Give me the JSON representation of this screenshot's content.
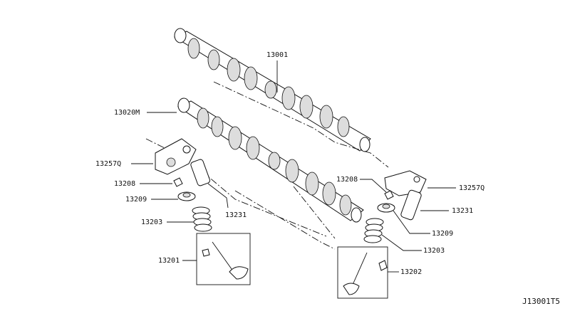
{
  "diagram": {
    "title": "Camshaft & Valve Mechanism",
    "reference_code": "J13001T5",
    "labels": {
      "camshaft_upper": "13001",
      "camshaft_lower": "13020M",
      "rocker_left": "13257Q",
      "collet_left": "13208",
      "retainer_left": "13209",
      "spring_left": "13203",
      "lash_adjuster_left": "13231",
      "valve_left": "13201",
      "collet_right": "13208",
      "rocker_right": "13257Q",
      "lash_adjuster_right": "13231",
      "retainer_right": "13209",
      "spring_right": "13203",
      "valve_right": "13202"
    }
  }
}
